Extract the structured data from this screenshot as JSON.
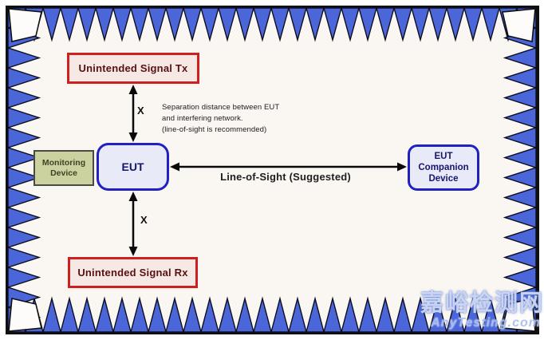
{
  "chamber": {
    "name": "anechoic chamber with RF absorber cones",
    "absorber_color": "#4a66d9",
    "absorber_outline": "#0d0d20",
    "border_color": "#101010",
    "interior_color": "#faf7f2"
  },
  "boxes": {
    "tx": {
      "label": "Unintended Signal Tx",
      "border_color": "#cf2020",
      "fill": "#f6e8e5",
      "text_color": "#581111"
    },
    "rx": {
      "label": "Unintended Signal Rx",
      "border_color": "#cf2020",
      "fill": "#f6e8e5",
      "text_color": "#581111"
    },
    "eut": {
      "label": "EUT",
      "border_color": "#2121c2",
      "fill": "#e9eaf8",
      "text_color": "#15156e"
    },
    "companion": {
      "label": "EUT Companion Device",
      "border_color": "#2121c2",
      "fill": "#e9eaf8",
      "text_color": "#15156e"
    },
    "monitoring": {
      "label": "Monitoring Device",
      "border_color": "#4a4a42",
      "fill": "#ccd29f",
      "text_color": "#3c4226"
    }
  },
  "labels": {
    "x_top": "X",
    "x_bottom": "X",
    "separation_note_lines": [
      "Separation distance between EUT",
      "and interfering network.",
      "(line-of-sight is recommended)"
    ],
    "line_of_sight": "Line-of-Sight (Suggested)"
  },
  "watermark": {
    "cn": "嘉峪检测网",
    "en": "AnyTesting.com"
  }
}
